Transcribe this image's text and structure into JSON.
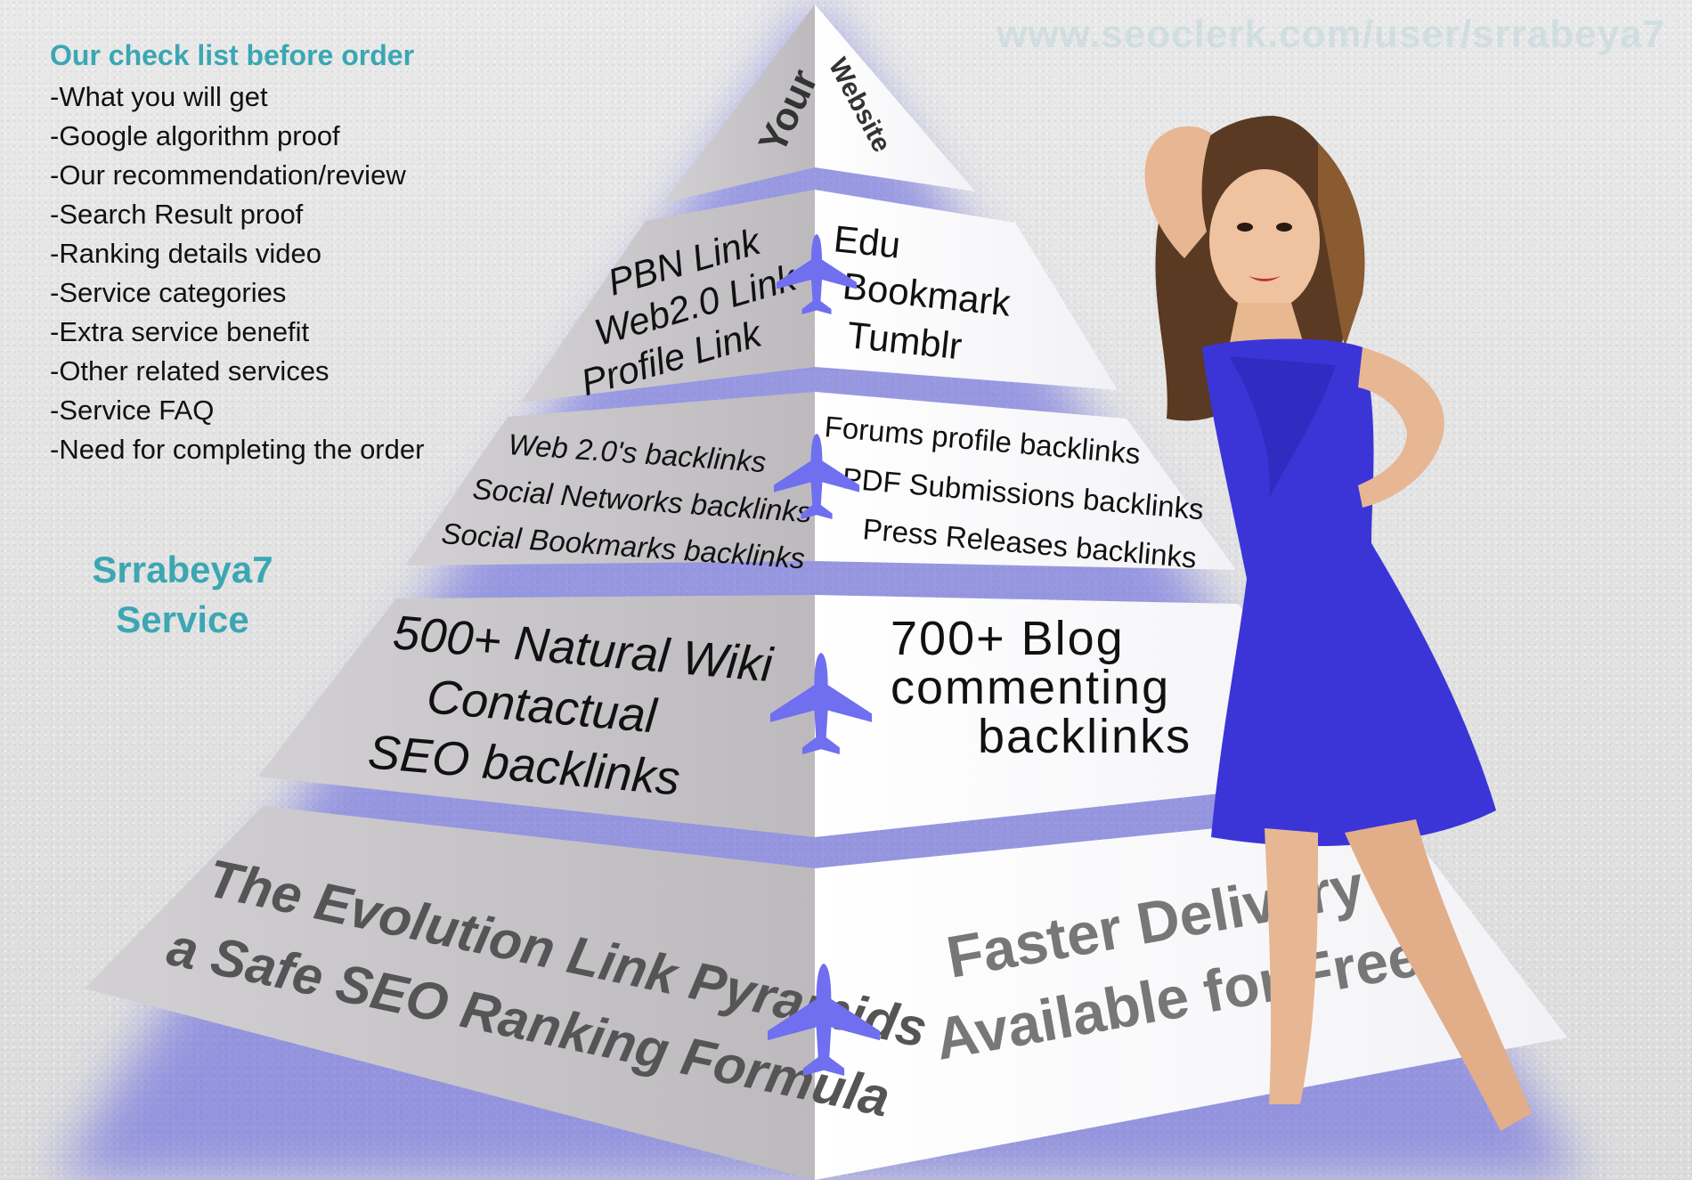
{
  "watermark_url": "www.seoclerk.com/user/srrabeya7",
  "checklist": {
    "heading": "Our check list before order",
    "items": [
      "-What you will get",
      "-Google algorithm proof",
      "-Our recommendation/review",
      "-Search Result proof",
      "-Ranking details video",
      "-Service categories",
      "-Extra service benefit",
      "-Other related services",
      "-Service FAQ",
      "-Need for completing the order"
    ]
  },
  "brand": {
    "line1": "Srrabeya7",
    "line2": "Service"
  },
  "pyramid": {
    "tier1": {
      "left": "Your",
      "right": "Website"
    },
    "tier2": {
      "left": [
        "PBN Link",
        "Web2.0 Link",
        "Profile Link"
      ],
      "right": [
        "Edu",
        "Bookmark",
        "Tumblr"
      ]
    },
    "tier3": {
      "left": [
        "Web 2.0's backlinks",
        "Social Networks backlinks",
        "Social Bookmarks backlinks"
      ],
      "right": [
        "Forums profile backlinks",
        "PDF Submissions backlinks",
        "Press Releases backlinks"
      ]
    },
    "tier4": {
      "left": [
        "500+ Natural Wiki",
        "Contactual",
        "SEO backlinks"
      ],
      "right": [
        "700+ Blog",
        "commenting",
        "backlinks"
      ]
    },
    "tier5": {
      "left": [
        "The Evolution Link Pyramids",
        "a Safe SEO Ranking Formula"
      ],
      "right": [
        "Faster Delivery",
        "Available for Free"
      ]
    }
  },
  "colors": {
    "accent_teal": "#3aa7b3",
    "plane_blue": "#6f6ff0",
    "glow_blue": "#5a5adf",
    "dress_blue": "#3b35d8",
    "left_face": "#c6c3c6",
    "right_face": "#ffffff"
  },
  "icons": [
    "airplane-icon"
  ]
}
